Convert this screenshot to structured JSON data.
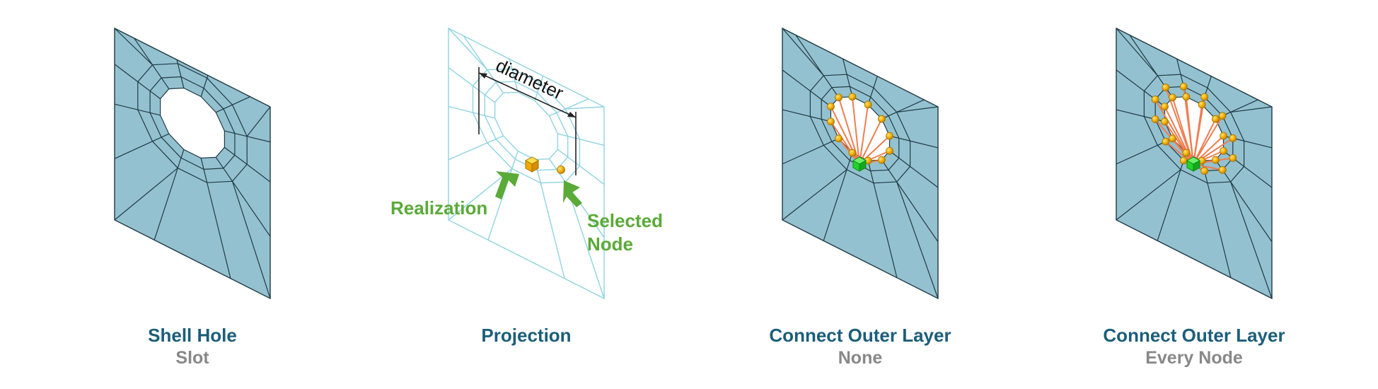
{
  "colors": {
    "shell_fill": "#94c1cf",
    "mesh_edge": "#1f3a45",
    "wire": "#8fd3e0",
    "accent_green": "#5aaa38",
    "center_green": "#22d32a",
    "node_orange": "#f2b105",
    "spoke": "#f07d50",
    "title_blue": "#1b5e7a",
    "subtitle_gray": "#888888"
  },
  "panels": [
    {
      "title": "Shell Hole",
      "subtitle": "Slot"
    },
    {
      "title": "Projection",
      "subtitle": ""
    },
    {
      "title": "Connect Outer Layer",
      "subtitle": "None"
    },
    {
      "title": "Connect Outer Layer",
      "subtitle": "Every Node"
    }
  ],
  "projection": {
    "dimension_label": "diameter",
    "realization_label": "Realization",
    "selected_label_1": "Selected",
    "selected_label_2": "Node"
  },
  "icons": {
    "realization": "cube-icon",
    "selected_node": "sphere-node-icon",
    "pointer": "arrow-icon"
  }
}
